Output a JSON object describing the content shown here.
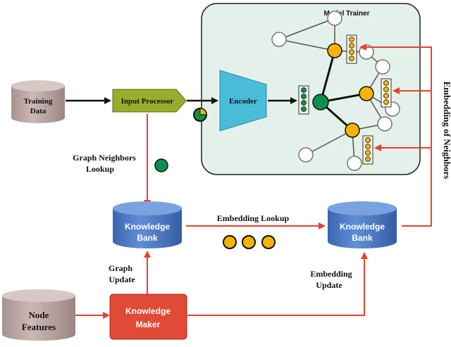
{
  "panel": {
    "title": "Model Trainer",
    "fill": "#e3f1ea"
  },
  "nodes": {
    "training_data": {
      "line1": "Training",
      "line2": "Data"
    },
    "input_processor": {
      "label": "Input Processor"
    },
    "encoder": {
      "label": "Encoder"
    },
    "kb_left": {
      "line1": "Knowledge",
      "line2": "Bank"
    },
    "kb_right": {
      "line1": "Knowledge",
      "line2": "Bank"
    },
    "node_features": {
      "line1": "Node",
      "line2": "Features"
    },
    "knowledge_maker": {
      "line1": "Knowledge",
      "line2": "Maker"
    }
  },
  "edge_labels": {
    "graph_neighbors_lookup": {
      "line1": "Graph Neighbors",
      "line2": "Lookup"
    },
    "embedding_lookup": "Embedding Lookup",
    "graph_update": {
      "line1": "Graph",
      "line2": "Update"
    },
    "embedding_update": {
      "line1": "Embedding",
      "line2": "Update"
    },
    "embedding_of_neighbors": "Embedding of Neighbors"
  },
  "colors": {
    "red_arrow": "#e8412f",
    "black_arrow": "#111111",
    "node_green": "#0e8f4d",
    "node_yellow": "#f4b400",
    "cylinder_gray": "#bfa8a4",
    "cylinder_blue": "#4f7fc9",
    "input_processor": "#9aac2c",
    "encoder": "#49bcd8",
    "knowledge_maker": "#e14a36"
  }
}
